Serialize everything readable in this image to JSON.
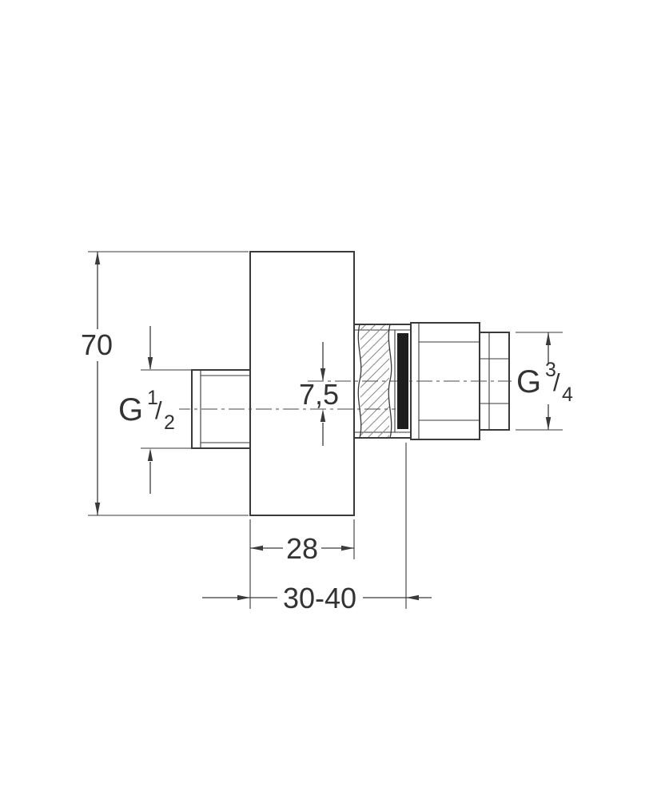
{
  "diagram": {
    "dims": {
      "height": "70",
      "offset": "7,5",
      "plate_width": "28",
      "depth_range": "30-40"
    },
    "threads": {
      "inlet": {
        "prefix": "G",
        "num": "1",
        "slash": "/",
        "den": "2"
      },
      "outlet": {
        "prefix": "G",
        "num": "3",
        "slash": "/",
        "den": "4"
      }
    },
    "colors": {
      "line": "#3a3a3a",
      "text": "#333333",
      "seal_fill": "#1f1f1f",
      "background": "#ffffff"
    }
  }
}
